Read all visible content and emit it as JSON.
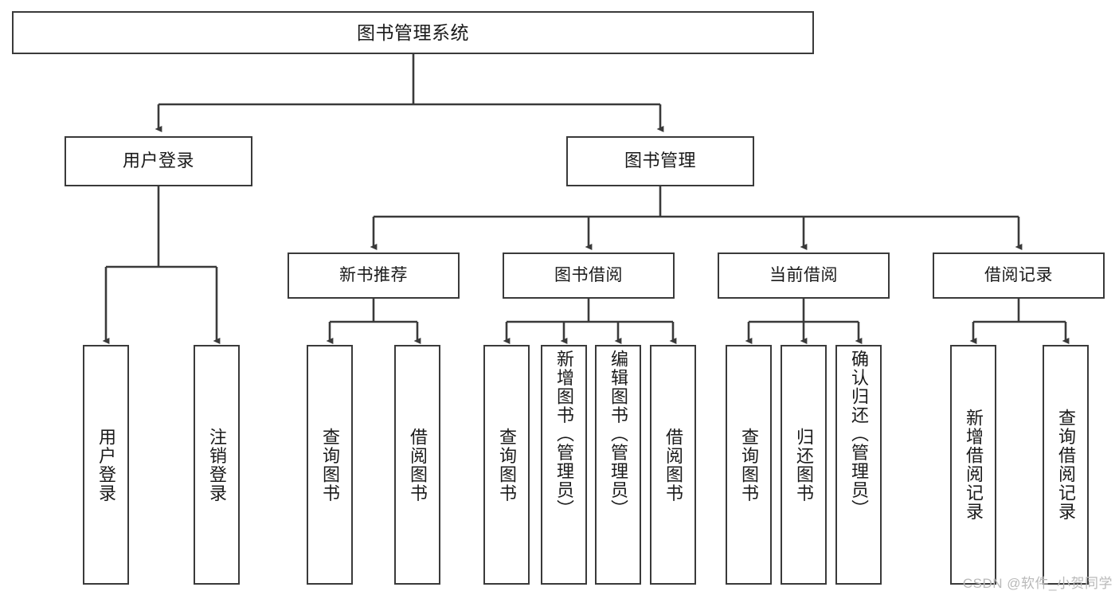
{
  "diagram": {
    "type": "tree-hierarchy-chart",
    "title": "图书管理系统",
    "line_color": "#3a3a3a",
    "box_fill": "#ffffff",
    "text_color": "#1a1a1a",
    "root": {
      "label": "图书管理系统",
      "children": [
        {
          "label": "用户登录",
          "children": [
            {
              "label": "用户登录"
            },
            {
              "label": "注销登录"
            }
          ]
        },
        {
          "label": "图书管理",
          "children": [
            {
              "label": "新书推荐",
              "children": [
                {
                  "label": "查询图书"
                },
                {
                  "label": "借阅图书"
                }
              ]
            },
            {
              "label": "图书借阅",
              "children": [
                {
                  "label": "查询图书"
                },
                {
                  "label": "新增图书（管理员）"
                },
                {
                  "label": "编辑图书（管理员）"
                },
                {
                  "label": "借阅图书"
                }
              ]
            },
            {
              "label": "当前借阅",
              "children": [
                {
                  "label": "查询图书"
                },
                {
                  "label": "归还图书"
                },
                {
                  "label": "确认归还（管理员）"
                }
              ]
            },
            {
              "label": "借阅记录",
              "children": [
                {
                  "label": "新增借阅记录"
                },
                {
                  "label": "查询借阅记录"
                }
              ]
            }
          ]
        }
      ]
    }
  },
  "watermark": {
    "text": "CSDN @软件_小贺同学"
  }
}
